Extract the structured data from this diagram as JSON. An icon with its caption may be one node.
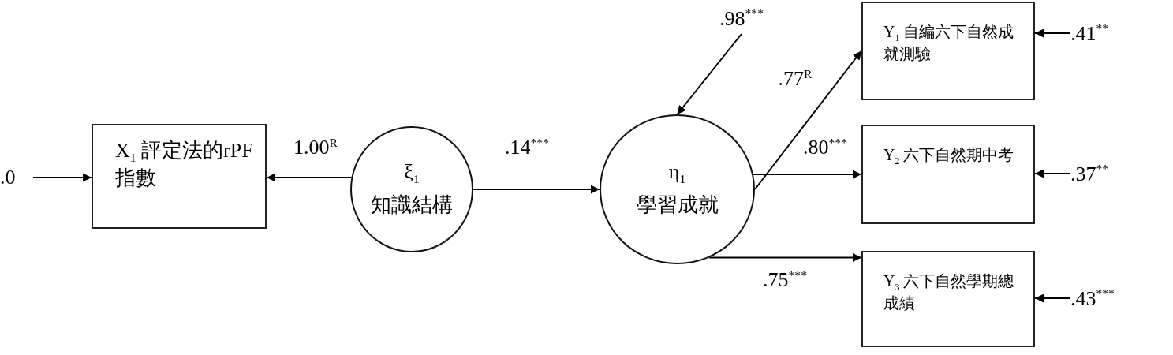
{
  "diagram": {
    "nodes": [
      {
        "text": [
          ".0"
        ]
      },
      {
        "text": [
          "X$_{1}$ 評定法的rPF指數"
        ]
      },
      {
        "text": [
          "ξ$_{1}$",
          "知識結構"
        ]
      },
      {
        "text": [
          "η$_{1}$",
          "學習成就"
        ]
      },
      {
        "text": [
          ".98$^{***}$"
        ]
      },
      {
        "text": [
          "Y$_{1}$ 自編六下自然成就測驗"
        ]
      },
      {
        "text": [
          ".41$^{**}$"
        ]
      },
      {
        "text": [
          "Y$_{2}$ 六下自然期中考"
        ]
      },
      {
        "text": [
          ".37$^{**}$"
        ]
      },
      {
        "text": [
          "Y$_{3}$ 六下自然學期總成績"
        ]
      },
      {
        "text": [
          ".43$^{***}$"
        ]
      }
    ],
    "edges": [
      {
        "from": 0,
        "to": 1,
        "arrow": "to"
      },
      {
        "from": 2,
        "to": 1,
        "arrow": "to",
        "label": "1.00$^{R}$"
      },
      {
        "from": 2,
        "to": 3,
        "arrow": "to",
        "label": ".14$^{***}$"
      },
      {
        "from": 4,
        "to": 3,
        "arrow": "to"
      },
      {
        "from": 3,
        "to": 5,
        "arrow": "to",
        "label": ".77$^{R}$"
      },
      {
        "from": 3,
        "to": 7,
        "arrow": "to",
        "label": ".80$^{***}$"
      },
      {
        "from": 3,
        "to": 9,
        "arrow": "to",
        "label": ".75$^{***}$"
      },
      {
        "from": 6,
        "to": 5,
        "arrow": "to"
      },
      {
        "from": 8,
        "to": 7,
        "arrow": "to"
      },
      {
        "from": 10,
        "to": 9,
        "arrow": "to"
      }
    ]
  }
}
